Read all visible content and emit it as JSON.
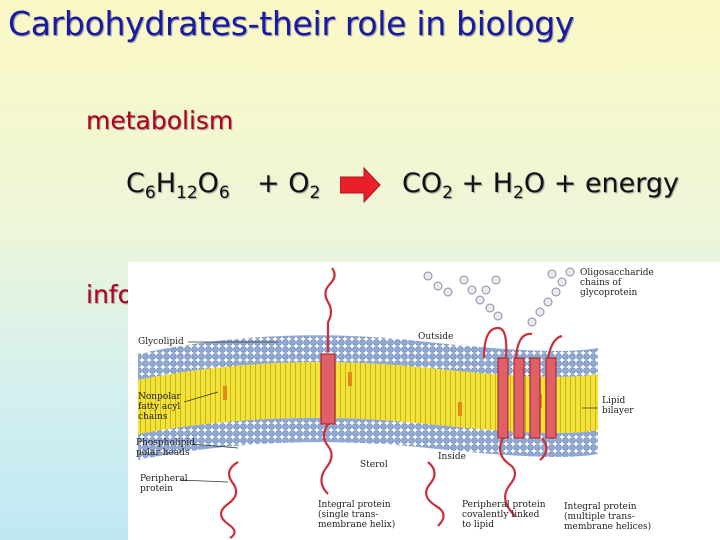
{
  "slide": {
    "title": "Carbohydrates-their role in biology",
    "heading1": "metabolism",
    "heading2": "information"
  },
  "equation": {
    "glucose": {
      "c": "C",
      "c_sub": "6",
      "h": "H",
      "h_sub": "12",
      "o": "O",
      "o_sub": "6"
    },
    "plus_o2": "+ O",
    "o2_sub": "2",
    "co2": "CO",
    "co2_sub": "2",
    "plus_h2o": "+ H",
    "h2o_sub": "2",
    "h2o_o": "O",
    "plus_energy": "+ energy",
    "arrow_color": "#e8202a"
  },
  "figure": {
    "labels": {
      "oligosaccharide_1": "Oligosaccharide",
      "oligosaccharide_2": "chains of",
      "oligosaccharide_3": "glycoprotein",
      "glycolipid": "Glycolipid",
      "outside": "Outside",
      "nonpolar_1": "Nonpolar",
      "nonpolar_2": "fatty acyl",
      "nonpolar_3": "chains",
      "lipid_bilayer_1": "Lipid",
      "lipid_bilayer_2": "bilayer",
      "phospholipid_1": "Phospholipid",
      "phospholipid_2": "polar heads",
      "inside": "Inside",
      "sterol": "Sterol",
      "peripheral_1": "Peripheral",
      "peripheral_2": "protein",
      "integral_single_1": "Integral protein",
      "integral_single_2": "(single trans-",
      "integral_single_3": "membrane helix)",
      "peripheral_linked_1": "Peripheral protein",
      "peripheral_linked_2": "covalently linked",
      "peripheral_linked_3": "to lipid",
      "integral_multi_1": "Integral protein",
      "integral_multi_2": "(multiple trans-",
      "integral_multi_3": "membrane helices)"
    },
    "colors": {
      "heads": "#8ea9d6",
      "tails": "#f2e23a",
      "protein": "#c9303c",
      "sugar": "#b9bcc8"
    }
  }
}
